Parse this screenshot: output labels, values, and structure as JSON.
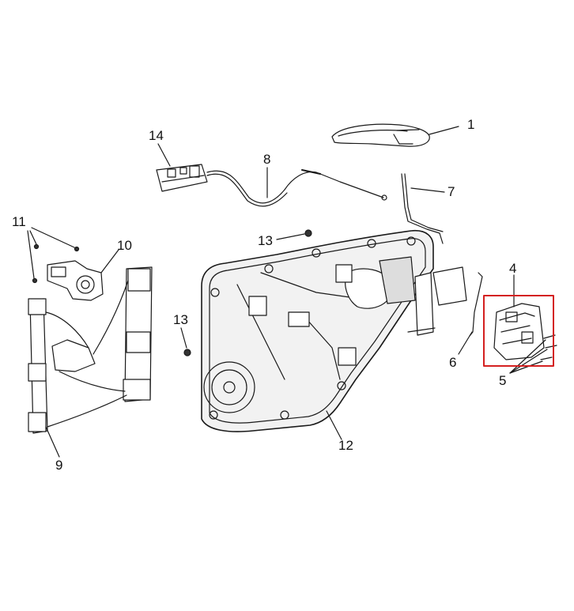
{
  "diagram": {
    "callouts": {
      "c1": "1",
      "c4": "4",
      "c5": "5",
      "c6": "6",
      "c7": "7",
      "c8": "8",
      "c9": "9",
      "c10": "10",
      "c11": "11",
      "c12": "12",
      "c13a": "13",
      "c13b": "13",
      "c14": "14"
    },
    "highlight_color": "#d42020",
    "line_color": "#1a1a1a"
  }
}
